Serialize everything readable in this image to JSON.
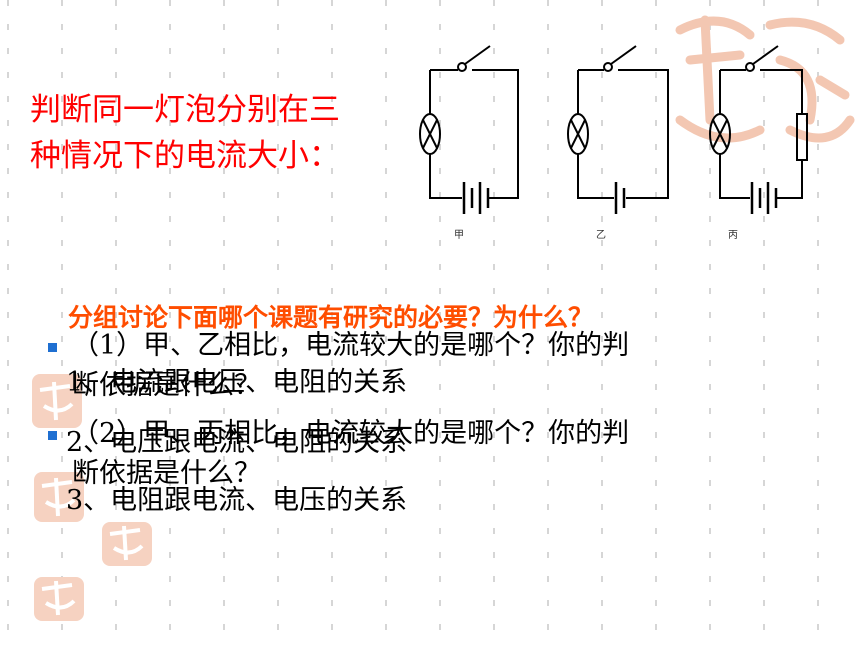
{
  "slide": {
    "title_line1": "判断同一灯泡分别在三",
    "title_line2": "种情况下的电流大小：",
    "circuit_labels": [
      "甲",
      "乙",
      "丙"
    ],
    "discussion_question": "分组讨论下面哪个课题有研究的必要？为什么？",
    "questions": [
      {
        "line1": "（1）甲、乙相比，电流较大的是哪个？你的判",
        "line2": "断依据是什么？"
      },
      {
        "line1": "（2）甲、丙相比，电流较大的是哪个？你的判",
        "line2": "断依据是什么？"
      }
    ],
    "topics": [
      "1、电流跟电压、电阻的关系",
      "2、电压跟电流、电阻的关系",
      "3、电阻跟电流、电压的关系"
    ],
    "colors": {
      "title": "#ff0000",
      "discussion": "#ff4d00",
      "bullet": "#1f6fd1",
      "seal": "#f3b89a"
    }
  }
}
